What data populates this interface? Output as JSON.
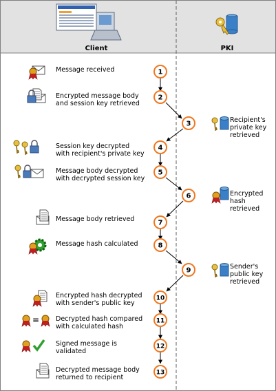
{
  "header": {
    "client_label": "Client",
    "pki_label": "PKI"
  },
  "colors": {
    "header_bg": "#e0e0e0",
    "step_circle_stroke": "#f07820",
    "arrow": "#000000",
    "divider": "#606060"
  },
  "steps": [
    {
      "num": "1",
      "text": "Message received"
    },
    {
      "num": "2",
      "text": "Encrypted message body\nand session key retrieved"
    },
    {
      "num": "3",
      "text": "Recipient's\nprivate key\nretrieved"
    },
    {
      "num": "4",
      "text": "Session key decrypted\nwith recipient's private key"
    },
    {
      "num": "5",
      "text": "Message body decrypted\nwith decrypted session key"
    },
    {
      "num": "6",
      "text": "Encrypted\nhash\nretrieved"
    },
    {
      "num": "7",
      "text": "Message body retrieved"
    },
    {
      "num": "8",
      "text": "Message hash calculated"
    },
    {
      "num": "9",
      "text": "Sender's\npublic key\nretrieved"
    },
    {
      "num": "10",
      "text": "Encrypted hash decrypted\nwith sender's public key"
    },
    {
      "num": "11",
      "text": "Decrypted hash compared\nwith calculated hash"
    },
    {
      "num": "12",
      "text": "Signed message is\nvalidated"
    },
    {
      "num": "13",
      "text": "Decrypted message body\nreturned to recipient"
    }
  ],
  "icons": [
    "envelope-certificate-icon",
    "lock-envelope-document-icon",
    "key-database-icon",
    "keys-lock-icon",
    "key-lock-envelope-icon",
    "certificate-database-icon",
    "document-envelope-icon",
    "certificate-gear-icon",
    "key-database-icon",
    "certificate-document-icon",
    "certificate-equals-certificate-icon",
    "certificate-checkmark-icon",
    "document-envelope-icon"
  ]
}
